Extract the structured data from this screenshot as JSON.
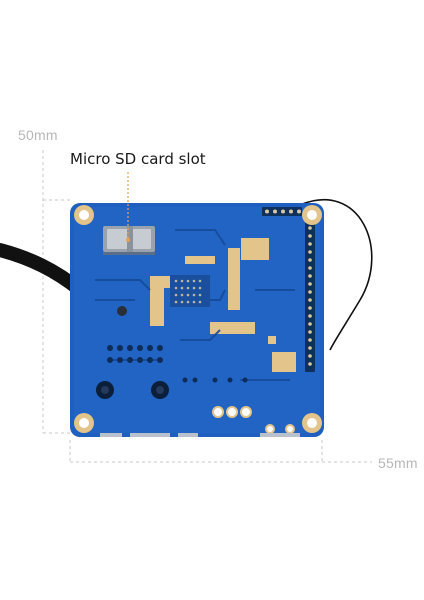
{
  "dimensions": {
    "height_label": "50mm",
    "width_label": "55mm"
  },
  "callout": {
    "label": "Micro SD card slot"
  },
  "colors": {
    "pcb_blue": "#1f5fbf",
    "pad_gold": "#e3c48a",
    "dimension_gray": "#c4c4c4"
  }
}
